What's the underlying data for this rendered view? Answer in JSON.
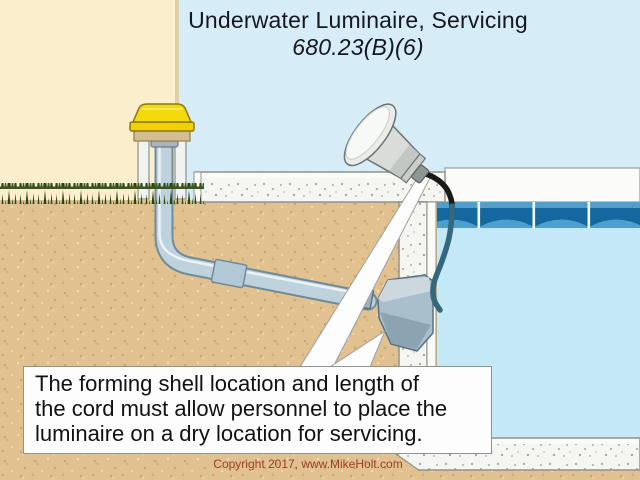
{
  "header": {
    "title_line1": "Underwater Luminaire, Servicing",
    "title_line2": "680.23(B)(6)"
  },
  "callout_box": {
    "lines": [
      "The forming shell location and length of",
      "the cord must allow personnel to place the",
      "luminaire on a dry location for servicing."
    ]
  },
  "footer": {
    "copyright": "Copyright 2017, www.MikeHolt.com"
  },
  "colors": {
    "sky": "#d6edf8",
    "house_wall": "#faeecd",
    "earth": "#e1c190",
    "grass": "#2c4a14",
    "concrete": "#f5f6f1",
    "pool_water": "#c5e8f6",
    "tile_dark": "#15689f",
    "tile_light": "#4d9fcd",
    "junction_box_lid": "#f4da0c",
    "conduit": "#bed2dd",
    "forming_shell": "#a9bfcb",
    "luminaire_body": "#dadcd9",
    "cord": "#1a1a1a",
    "cord_underwater": "#35687c",
    "title_text": "#17171f",
    "copyright_text": "#9a3e26",
    "callout_bg": "#fdfdfd"
  },
  "illustration_parts": [
    "junction-box",
    "underground-conduit",
    "forming-shell",
    "underwater-luminaire",
    "luminaire-cord",
    "pool-water",
    "waterline-tile",
    "pool-deck",
    "grass",
    "earth",
    "callout-pointers"
  ]
}
